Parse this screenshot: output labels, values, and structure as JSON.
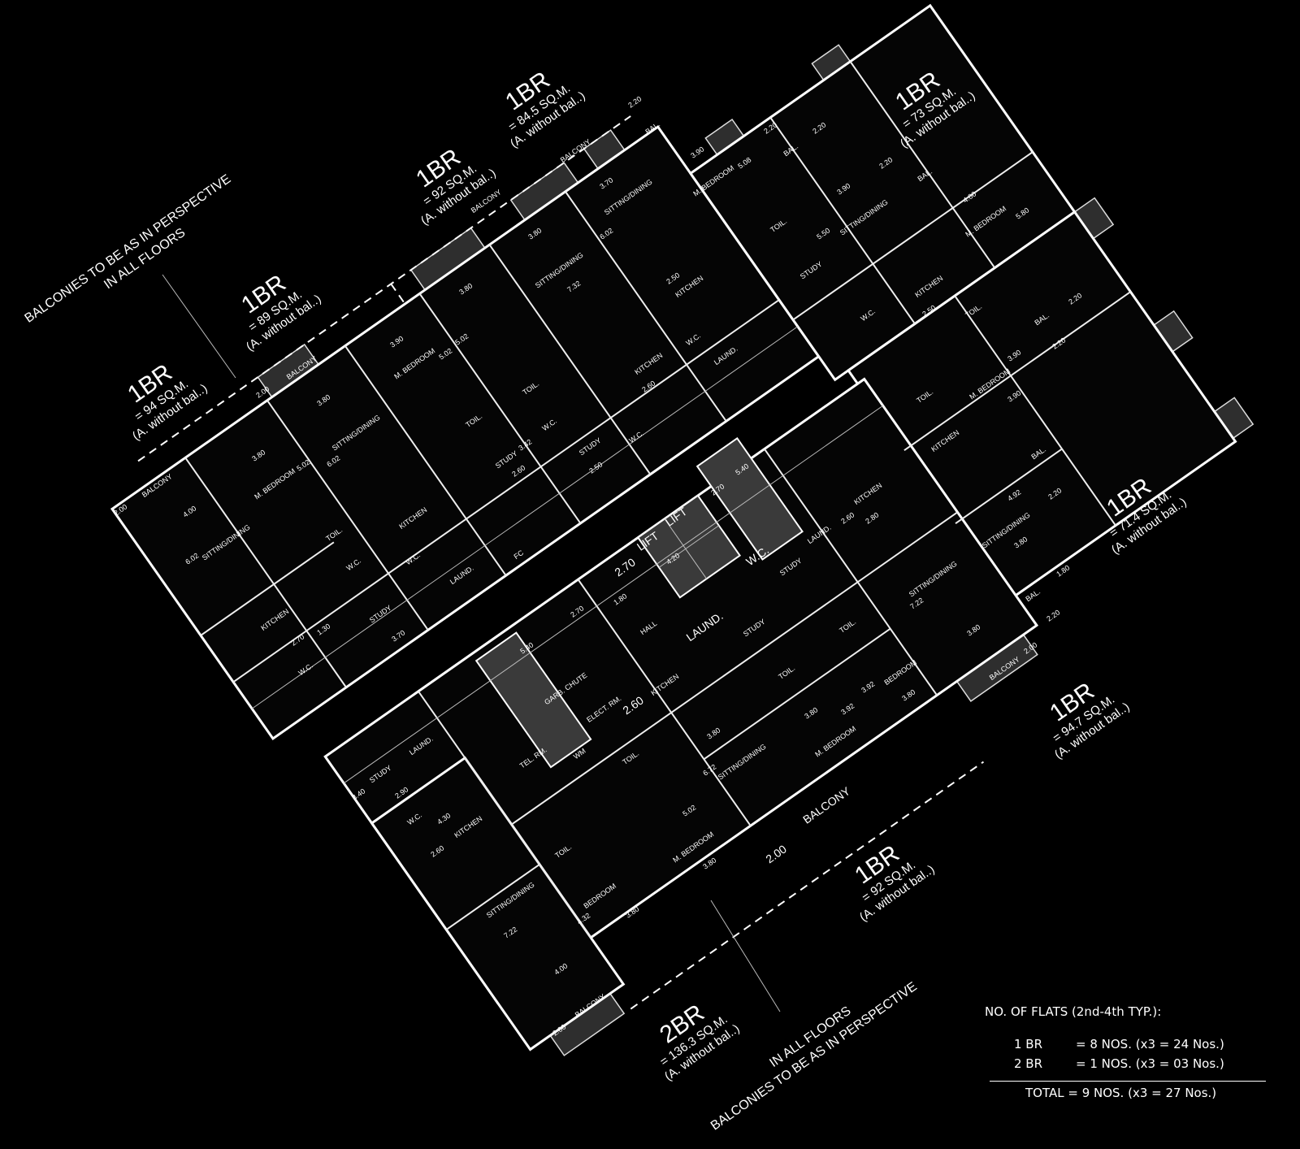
{
  "notes": {
    "top_line1": "BALCONIES TO BE AS IN PERSPECTIVE",
    "top_line2": "IN ALL FLOORS",
    "bottom_line1": "IN ALL FLOORS",
    "bottom_line2": "BALCONIES TO BE AS IN PERSPECTIVE"
  },
  "units": [
    {
      "type": "1BR",
      "area": "= 94 SQ.M.",
      "note": "(A. without bal..)"
    },
    {
      "type": "1BR",
      "area": "= 89 SQ.M.",
      "note": "(A. without bal..)"
    },
    {
      "type": "1BR",
      "area": "= 92 SQ.M.",
      "note": "(A. without bal..)"
    },
    {
      "type": "1BR",
      "area": "= 84.5 SQ.M.",
      "note": "(A. without bal..)"
    },
    {
      "type": "1BR",
      "area": "= 73 SQ.M.",
      "note": "(A. without bal..)"
    },
    {
      "type": "1BR",
      "area": "= 71.4 SQ.M.",
      "note": "(A. without bal..)"
    },
    {
      "type": "1BR",
      "area": "= 94.7 SQ.M.",
      "note": "(A. without bal..)"
    },
    {
      "type": "1BR",
      "area": "= 92 SQ.M.",
      "note": "(A. without bal..)"
    },
    {
      "type": "2BR",
      "area": "= 136.3 SQ.M.",
      "note": "(A. without bal..)"
    }
  ],
  "plan_labels": [
    "BALCONY",
    "4.00",
    "SITTING/DINING",
    "6.02",
    "KITCHEN",
    "2.70",
    "W.C.",
    "M. BEDROOM",
    "3.80",
    "5.02",
    "TOIL.",
    "W.C.",
    "STUDY",
    "3.70",
    "1.30",
    "BALCONY",
    "3.80",
    "SITTING/DINING",
    "6.02",
    "M. BEDROOM",
    "3.90",
    "5.02",
    "KITCHEN",
    "W.C.",
    "LAUND.",
    "TOIL.",
    "STUDY",
    "3.42",
    "2.60",
    "BALCONY",
    "3.80",
    "3.80",
    "SITTING/DINING",
    "7.32",
    "5.02",
    "TOIL.",
    "W.C.",
    "STUDY",
    "2.50",
    "W.C.",
    "KITCHEN",
    "2.60",
    "BALCONY",
    "3.70",
    "SITTING/DINING",
    "6.02",
    "KITCHEN",
    "2.50",
    "M. BEDROOM",
    "3.90",
    "5.08",
    "BAL.",
    "TOIL.",
    "W.C.",
    "LAUND.",
    "BAL.",
    "3.90",
    "SITTING/DINING",
    "5.50",
    "STUDY",
    "KITCHEN",
    "2.50",
    "W.C.",
    "M. BEDROOM",
    "4.00",
    "5.80",
    "BAL.",
    "TOIL.",
    "BAL.",
    "M. BEDROOM",
    "3.90",
    "3.90",
    "TOIL.",
    "KITCHEN",
    "BAL.",
    "SITTING/DINING",
    "4.92",
    "3.80",
    "BAL.",
    "SITTING/DINING",
    "7.22",
    "BEDROOM",
    "3.80",
    "3.80",
    "BALCONY",
    "3.92",
    "TOIL.",
    "STUDY",
    "KITCHEN",
    "2.60",
    "2.80",
    "LAUND.",
    "M. BEDROOM",
    "3.80",
    "3.92",
    "TOIL.",
    "STUDY",
    "SITTING/DINING",
    "3.80",
    "6.72",
    "KITCHEN",
    "2.60",
    "BALCONY",
    "2.00",
    "W.C.",
    "LAUND.",
    "LIFT",
    "LIFT",
    "2.70",
    "4.20",
    "2.70",
    "5.40",
    "2.70",
    "5.40",
    "1.80",
    "HALL",
    "GARB. CHUTE",
    "ELECT. RM.",
    "TEL. RM.",
    "WM",
    "FC",
    "STUDY",
    "3.40",
    "2.90",
    "W.C.",
    "KITCHEN",
    "4.30",
    "2.60",
    "SITTING/DINING",
    "7.22",
    "4.00",
    "BALCONY",
    "2.00",
    "BEDROOM",
    "3.80",
    "4.32",
    "M. BEDROOM",
    "3.80",
    "5.02",
    "TOIL.",
    "TOIL.",
    "LAUND.",
    "2.00",
    "2.00",
    "2.20",
    "2.20",
    "2.20",
    "2.20",
    "2.20",
    "2.20",
    "2.20",
    "2.20",
    "2.00",
    "1.80"
  ],
  "legend": {
    "title": "NO. OF FLATS (2nd-4th TYP.):",
    "rows": [
      {
        "type": "1 BR",
        "count": "= 8 NOS. (x3 = 24 Nos.)"
      },
      {
        "type": "2 BR",
        "count": "= 1 NOS. (x3 = 03 Nos.)"
      }
    ],
    "total": "TOTAL = 9 NOS. (x3 = 27 Nos.)"
  }
}
